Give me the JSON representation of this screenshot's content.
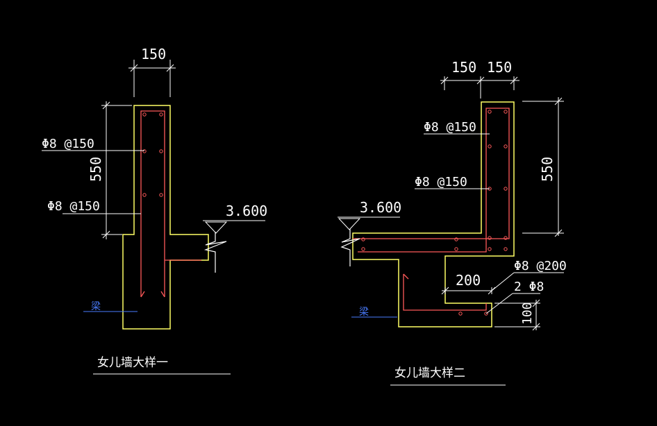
{
  "detail_1": {
    "width_dim": "150",
    "height_dim": "550",
    "rebar_upper": "Φ8 @150",
    "rebar_lower": "Φ8 @150",
    "elevation": "3.600",
    "beam_label": "梁",
    "title": "女儿墙大样一"
  },
  "detail_2": {
    "width_dim_1": "150",
    "width_dim_2": "150",
    "height_dim": "550",
    "rebar_upper": "Φ8 @150",
    "rebar_lower": "Φ8 @150",
    "elevation": "3.600",
    "ledge_dim": "200",
    "rebar_slab": "Φ8 @200",
    "rebar_bars": "2 Φ8",
    "ledge_height_dim": "100",
    "beam_label": "梁",
    "title": "女儿墙大样二"
  },
  "colors": {
    "background": "#000000",
    "outline": "#ffff66",
    "rebar": "#ff5a5a",
    "dimension": "#ffffff",
    "beam": "#4a7dff"
  }
}
